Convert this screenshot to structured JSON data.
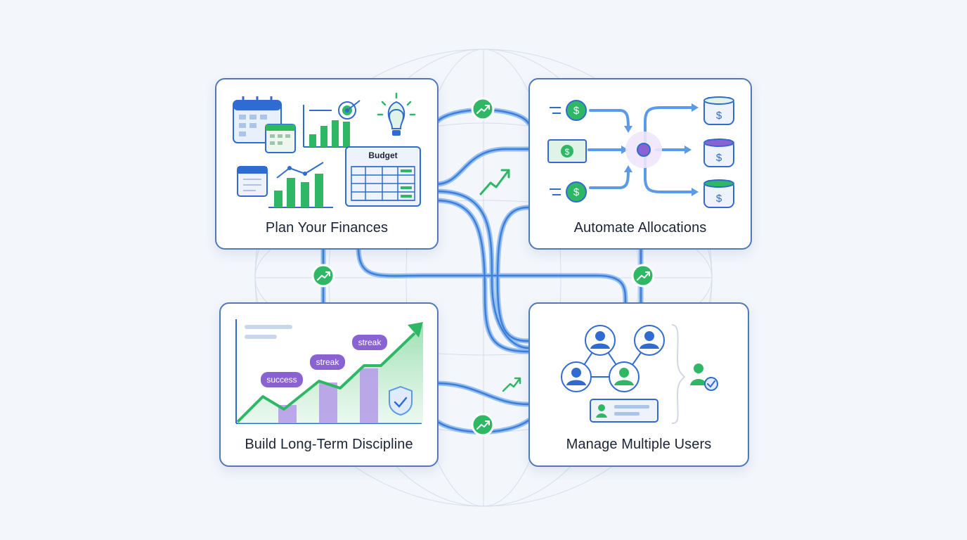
{
  "cards": {
    "plan": {
      "title": "Plan Your Finances",
      "sheet_label": "Budget"
    },
    "automate": {
      "title": "Automate Allocations"
    },
    "discipline": {
      "title": "Build Long-Term Discipline",
      "tags": [
        "success",
        "streak",
        "streak"
      ]
    },
    "users": {
      "title": "Manage Multiple Users"
    }
  },
  "colors": {
    "card_border": "#4f79b8",
    "connector": "#5b9ae6",
    "growth_green": "#2eb866",
    "accent_purple": "#8a63d2",
    "icon_blue": "#2f6bd1",
    "background": "#f3f6fb"
  },
  "icons": [
    "calendar-icon",
    "bar-chart-icon",
    "target-icon",
    "lightbulb-icon",
    "budget-sheet-icon",
    "dollar-coin-icon",
    "banknote-icon",
    "allocation-hub-icon",
    "jar-icon",
    "user-network-icon",
    "user-check-icon",
    "id-card-icon",
    "shield-check-icon",
    "trend-up-icon"
  ]
}
